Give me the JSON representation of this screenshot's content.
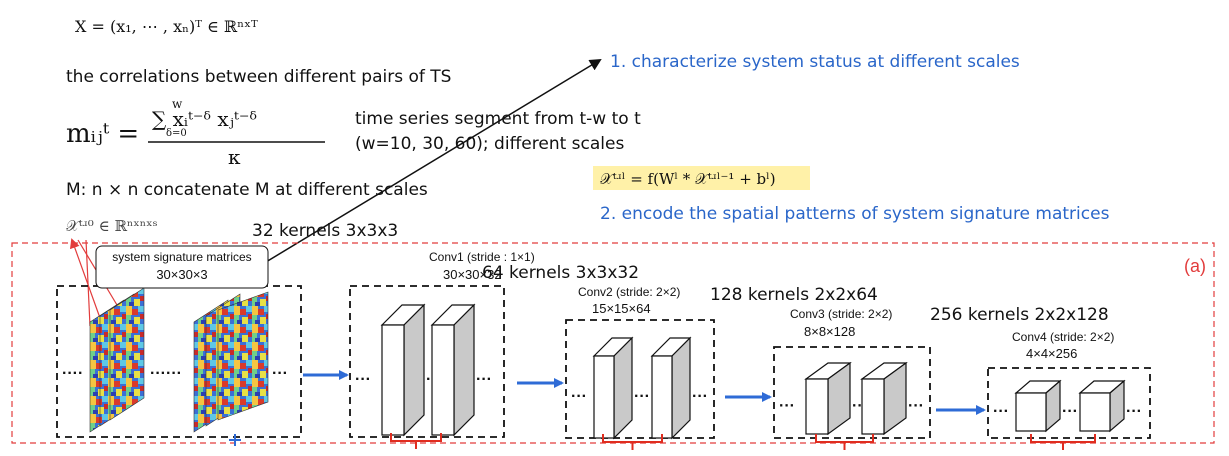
{
  "notes": {
    "X_def": "X = (x₁, ⋯ , xₙ)ᵀ ∈ ℝⁿˣᵀ",
    "correlations": "the correlations between different pairs of TS",
    "m_lhs": "mᵢⱼᵗ =",
    "m_num": "∑ xᵢᵗ⁻ᵟ xⱼᵗ⁻ᵟ",
    "m_sum_top": "w",
    "m_sum_bot": "δ=0",
    "m_den": "κ",
    "segment_line1": "time series segment from t-w to t",
    "segment_line2": "(w=10, 30, 60); different scales",
    "M_line": "M: n × n    concatenate M at different scales",
    "X_t0": "𝒳ᵗʴ⁰ ∈ ℝⁿˣⁿˣˢ",
    "kernels_32": "32 kernels 3x3x3",
    "point_1": "1. characterize system status at different scales",
    "point_2": "2. encode the spatial patterns of system signature matrices",
    "formula": "𝒳ᵗʴˡ = f(Wˡ * 𝒳ᵗʴˡ⁻¹ + bˡ)"
  },
  "panel_label": "(a)",
  "input": {
    "title": "system signature matrices",
    "size": "30×30×3"
  },
  "layers": [
    {
      "title": "Conv1 (stride : 1×1)",
      "size": "30×30×32",
      "kernels": "64 kernels 3x3x32"
    },
    {
      "title": "Conv2 (stride: 2×2)",
      "size": "15×15×64",
      "kernels": "128 kernels 2x2x64"
    },
    {
      "title": "Conv3 (stride: 2×2)",
      "size": "8×8×128",
      "kernels": "256 kernels 2x2x128"
    },
    {
      "title": "Conv4 (stride: 2×2)",
      "size": "4×4×256",
      "kernels": ""
    }
  ],
  "colors": {
    "blue_text": "#2a66c9",
    "arrow_blue": "#2e6bd6",
    "frame_red": "#e23c3c",
    "bracket_red": "#e02d1f",
    "highlight": "#fff1a8",
    "face_front": "#ffffff",
    "face_side": "#c9c9c9"
  }
}
